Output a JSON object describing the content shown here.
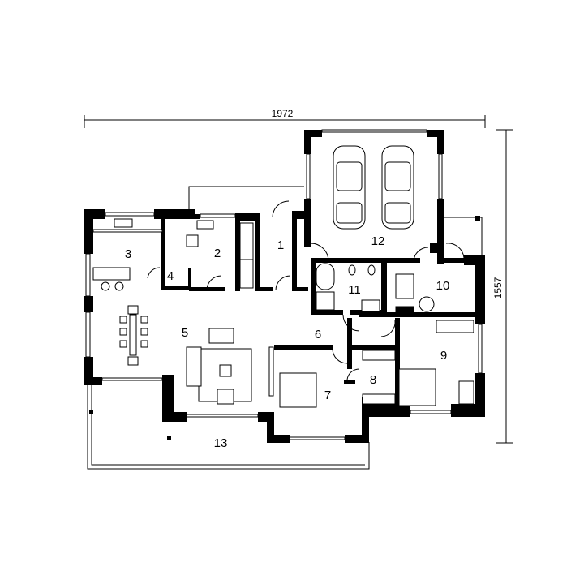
{
  "dimensions": {
    "width": "1972",
    "depth": "1557"
  },
  "rooms": [
    {
      "number": "1"
    },
    {
      "number": "2"
    },
    {
      "number": "3"
    },
    {
      "number": "4"
    },
    {
      "number": "5"
    },
    {
      "number": "6"
    },
    {
      "number": "7"
    },
    {
      "number": "8"
    },
    {
      "number": "9"
    },
    {
      "number": "10"
    },
    {
      "number": "11"
    },
    {
      "number": "12"
    },
    {
      "number": "13"
    }
  ],
  "colors": {
    "wall": "#000000",
    "background": "#ffffff"
  }
}
